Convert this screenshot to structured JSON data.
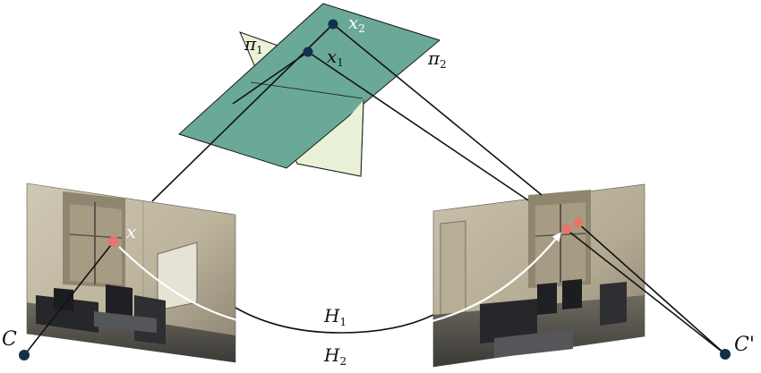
{
  "labels": {
    "pi1": "π",
    "pi1_sub": "1",
    "pi2": "π",
    "pi2_sub": "2",
    "x1": "x",
    "x1_sub": "1",
    "x2": "x",
    "x2_sub": "2",
    "x": "x",
    "c": "C",
    "c_prime": "C'",
    "h1": "H",
    "h1_sub": "1",
    "h2": "H",
    "h2_sub": "2"
  },
  "colors": {
    "plane_pi1": "#e9f2d6",
    "plane_pi2": "#6aa898",
    "point_dark": "#11324a",
    "point_highlight": "#e8756a",
    "line": "#111111",
    "arrow": "#ffffff"
  }
}
